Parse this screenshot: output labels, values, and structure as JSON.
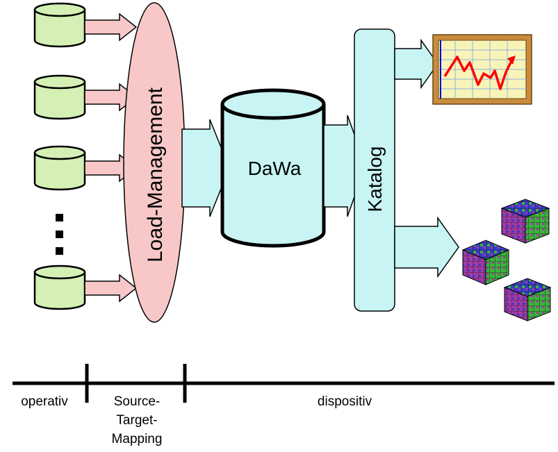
{
  "labels": {
    "load_management": "Load-Management",
    "dawa": "DaWa",
    "katalog": "Katalog"
  },
  "timeline": {
    "operativ": "operativ",
    "source_line1": "Source-",
    "source_line2": "Target-",
    "source_line3": "Mapping",
    "dispositiv": "dispositiv"
  },
  "colors": {
    "source_db_fill": "#d4f0b4",
    "source_arrow_fill": "#f8c8c8",
    "load_management_fill": "#f8c8c8",
    "dawa_fill": "#c8f4f4",
    "dawa_arrow_fill": "#c8f4f4",
    "katalog_fill": "#c8f4f4",
    "chart_frame": "#c88c3c",
    "chart_bg": "#f8f4b8",
    "chart_line": "#ff0000",
    "cube_magenta": "#a43ca4",
    "cube_green": "#3cb43c",
    "cube_blue": "#3c3cc8",
    "timeline": "#000000"
  },
  "icons": {
    "report": "line-chart-icon",
    "olap": "data-cube-icon",
    "ellipsis": "vertical-ellipsis-icon"
  }
}
